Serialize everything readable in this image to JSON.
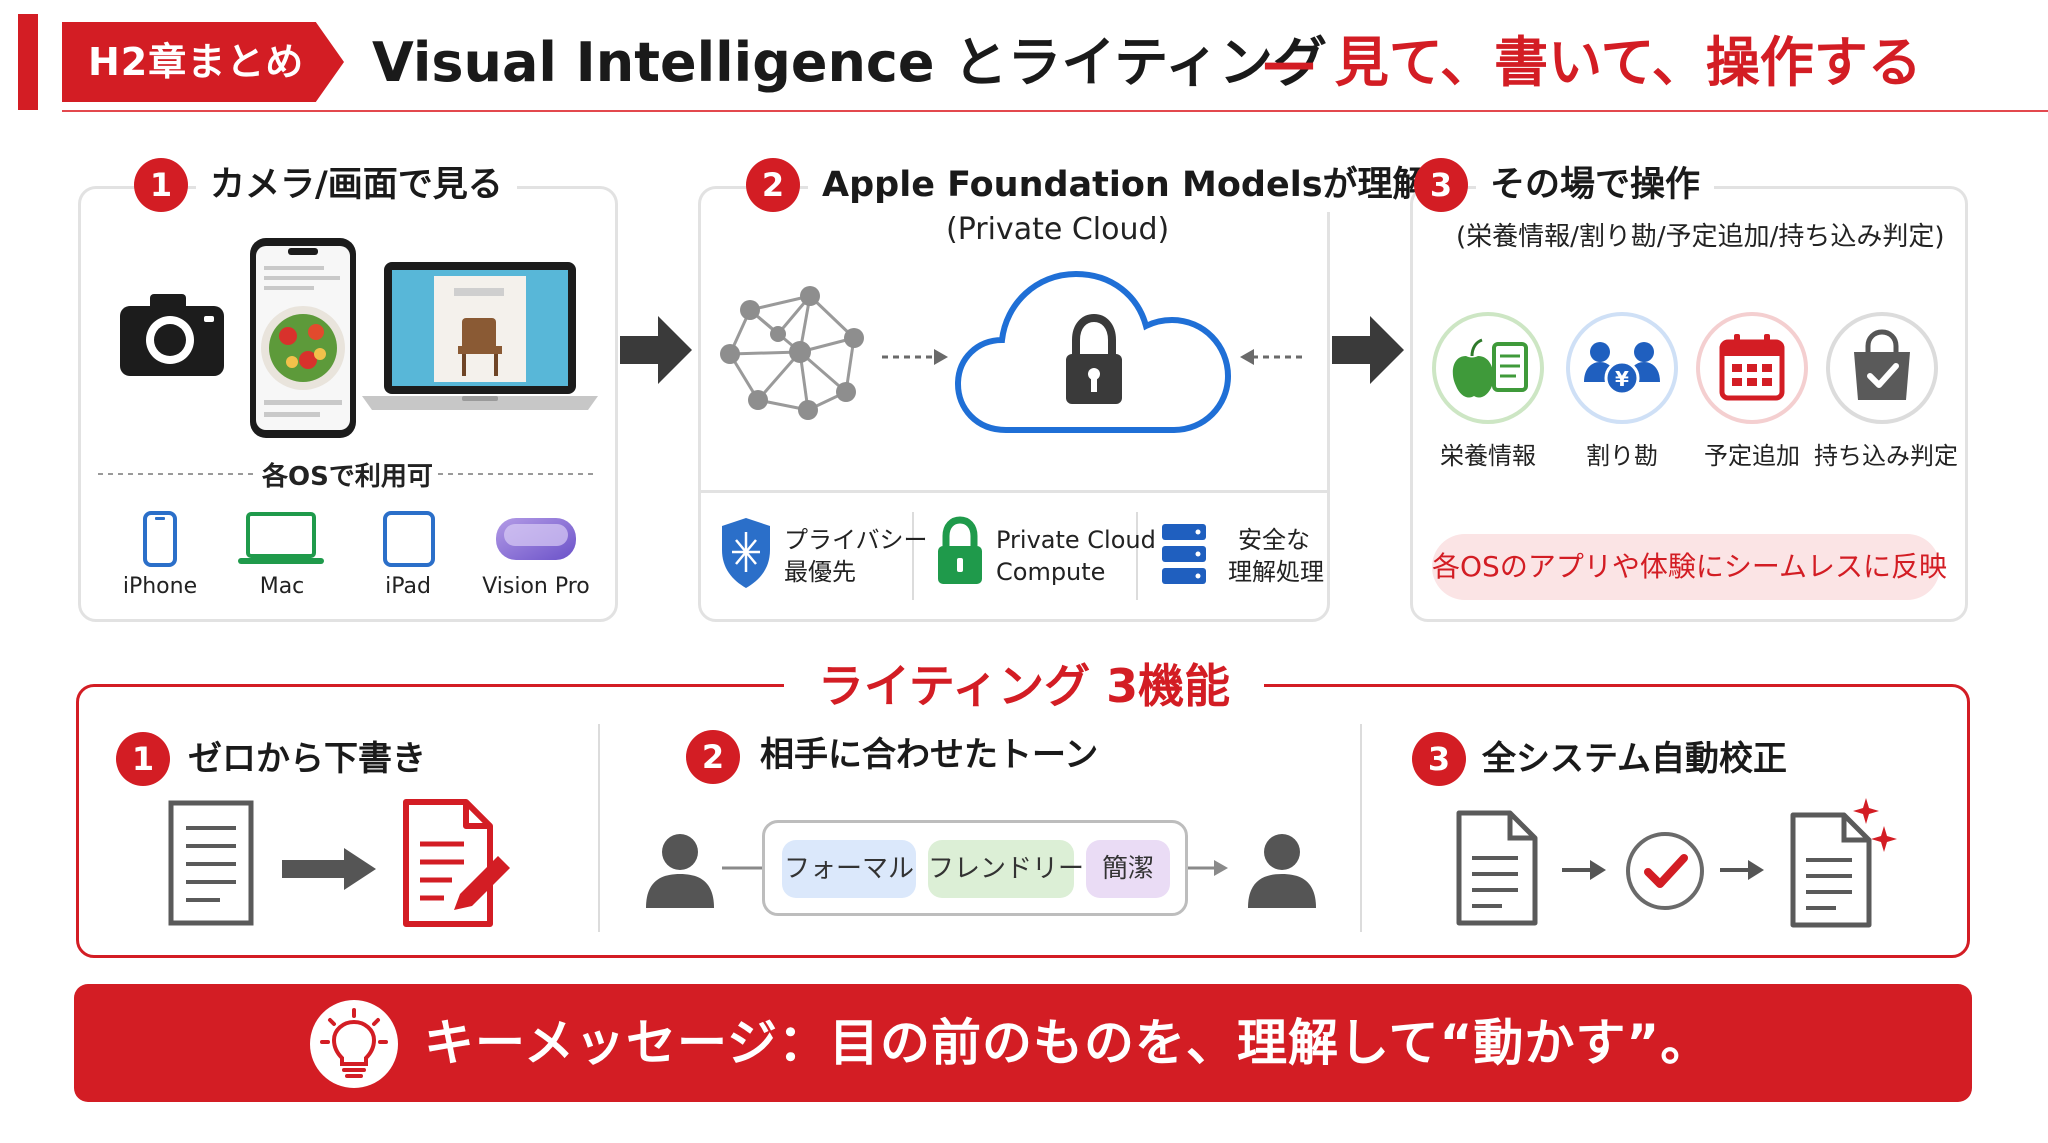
{
  "header": {
    "chapter_tag": "H2章まとめ",
    "title_main": "Visual Intelligence とライティング",
    "title_sub": "— 見て、書いて、操作する"
  },
  "step1": {
    "number": "1",
    "title": "カメラ/画面で見る",
    "os_caption": "各OSで利用可",
    "devices": [
      "iPhone",
      "Mac",
      "iPad",
      "Vision Pro"
    ]
  },
  "step2": {
    "number": "2",
    "title": "Apple Foundation Modelsが理解",
    "subtitle": "(Private Cloud)",
    "features": [
      {
        "line1": "プライバシー",
        "line2": "最優先"
      },
      {
        "line1": "Private Cloud",
        "line2": "Compute"
      },
      {
        "line1": "安全な",
        "line2": "理解処理"
      }
    ]
  },
  "step3": {
    "number": "3",
    "title": "その場で操作",
    "subtitle": "(栄養情報/割り勘/予定追加/持ち込み判定)",
    "ops": [
      "栄養情報",
      "割り勘",
      "予定追加",
      "持ち込み判定"
    ],
    "seamless": "各OSのアプリや体験にシームレスに反映"
  },
  "writing": {
    "title": "ライティング 3機能",
    "items": [
      {
        "number": "1",
        "title": "ゼロから下書き"
      },
      {
        "number": "2",
        "title": "相手に合わせたトーン"
      },
      {
        "number": "3",
        "title": "全システム自動校正"
      }
    ],
    "tones": [
      "フォーマル",
      "フレンドリー",
      "簡潔"
    ]
  },
  "key_message": {
    "text": "キーメッセージ：目の前のものを、理解して“動かす”。"
  },
  "colors": {
    "accent_red": "#d31d24",
    "panel_border": "#e2e2e2",
    "cloud_blue": "#1f6fd6",
    "shield_blue": "#2b6fc9",
    "lock_green": "#1f9a4b",
    "server_blue": "#1f5fbf"
  }
}
